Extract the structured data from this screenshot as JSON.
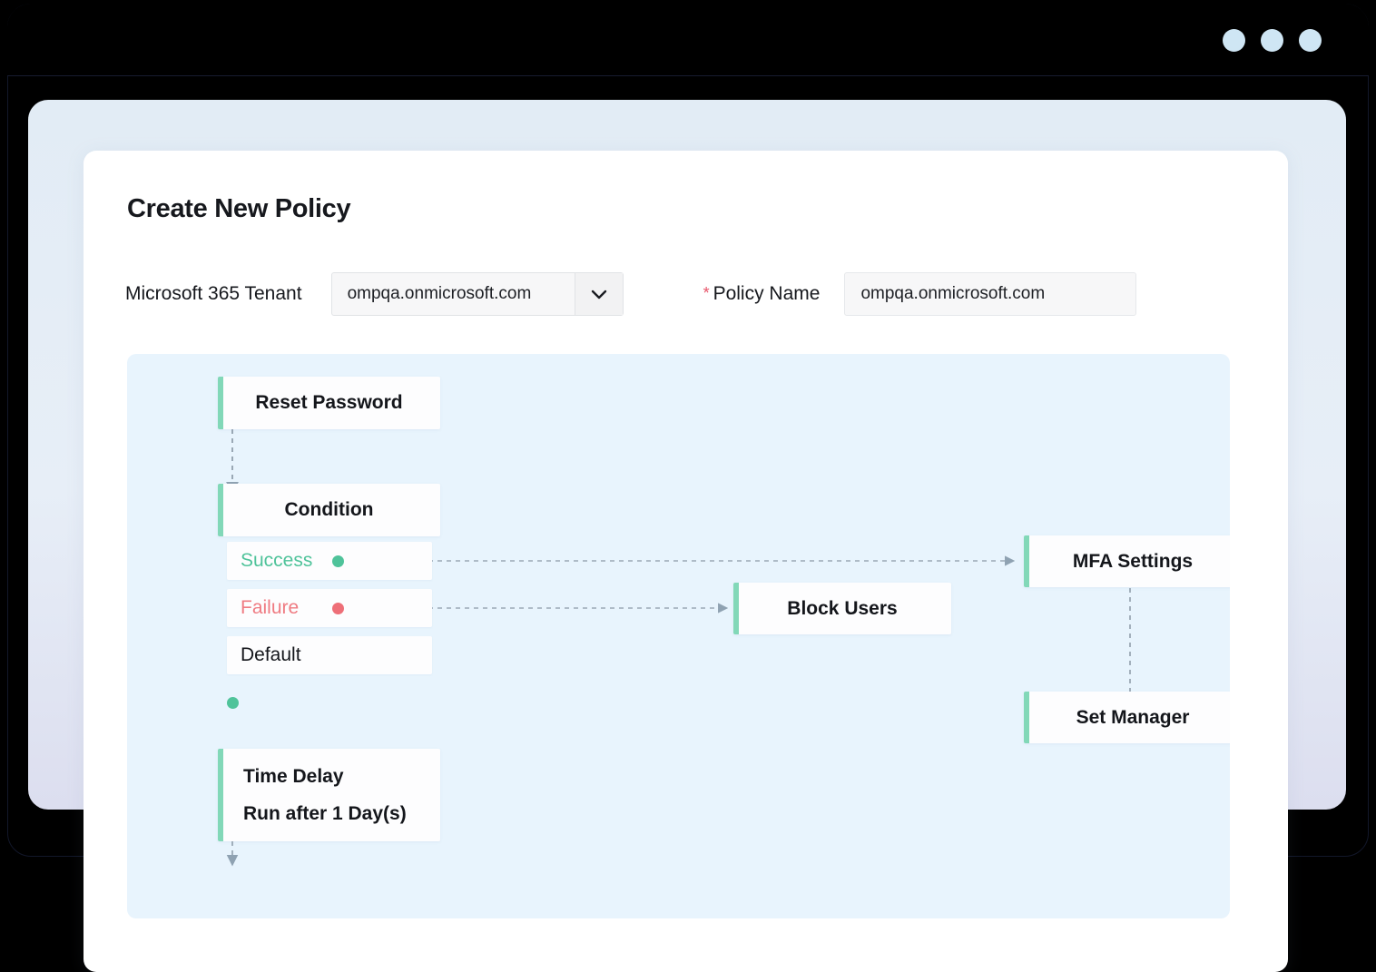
{
  "window": {
    "dots": [
      "minimize-dot",
      "maximize-dot",
      "close-dot"
    ],
    "dot_color": "#cfe6f4"
  },
  "page": {
    "title": "Create New Policy"
  },
  "form": {
    "tenant": {
      "label": "Microsoft 365 Tenant",
      "value": "ompqa.onmicrosoft.com",
      "placeholder": "ompqa.onmicrosoft.com",
      "icon": "chevron-down-icon"
    },
    "policy_name": {
      "required_marker": "*",
      "label": "Policy Name",
      "value": "ompqa.onmicrosoft.com",
      "placeholder": "ompqa.onmicrosoft.com"
    }
  },
  "colors": {
    "canvas_bg": "#e8f4fd",
    "node_accent": "#82d8b8",
    "success": "#4fc39a",
    "failure": "#ef7b82",
    "required": "#e8566b",
    "connector": "#9aa8b5"
  },
  "flow": {
    "nodes": [
      {
        "id": "reset-password",
        "label": "Reset Password"
      },
      {
        "id": "condition",
        "label": "Condition"
      },
      {
        "id": "block-users",
        "label": "Block Users"
      },
      {
        "id": "mfa-settings",
        "label": "MFA Settings"
      },
      {
        "id": "set-manager",
        "label": "Set Manager"
      }
    ],
    "time_delay": {
      "id": "time-delay",
      "label": "Time Delay",
      "sublabel": "Run after 1 Day(s)"
    },
    "branches": [
      {
        "id": "success",
        "label": "Success",
        "state": "success"
      },
      {
        "id": "failure",
        "label": "Failure",
        "state": "failure"
      },
      {
        "id": "default",
        "label": "Default",
        "state": "default"
      }
    ],
    "connections": [
      {
        "from": "reset-password",
        "to": "condition",
        "style": "dashed"
      },
      {
        "from": "success",
        "to": "mfa-settings",
        "style": "dashed"
      },
      {
        "from": "failure",
        "to": "block-users",
        "style": "dashed"
      },
      {
        "from": "default",
        "to": "time-delay",
        "style": "dashed"
      },
      {
        "from": "mfa-settings",
        "to": "set-manager",
        "style": "dashed"
      }
    ]
  }
}
